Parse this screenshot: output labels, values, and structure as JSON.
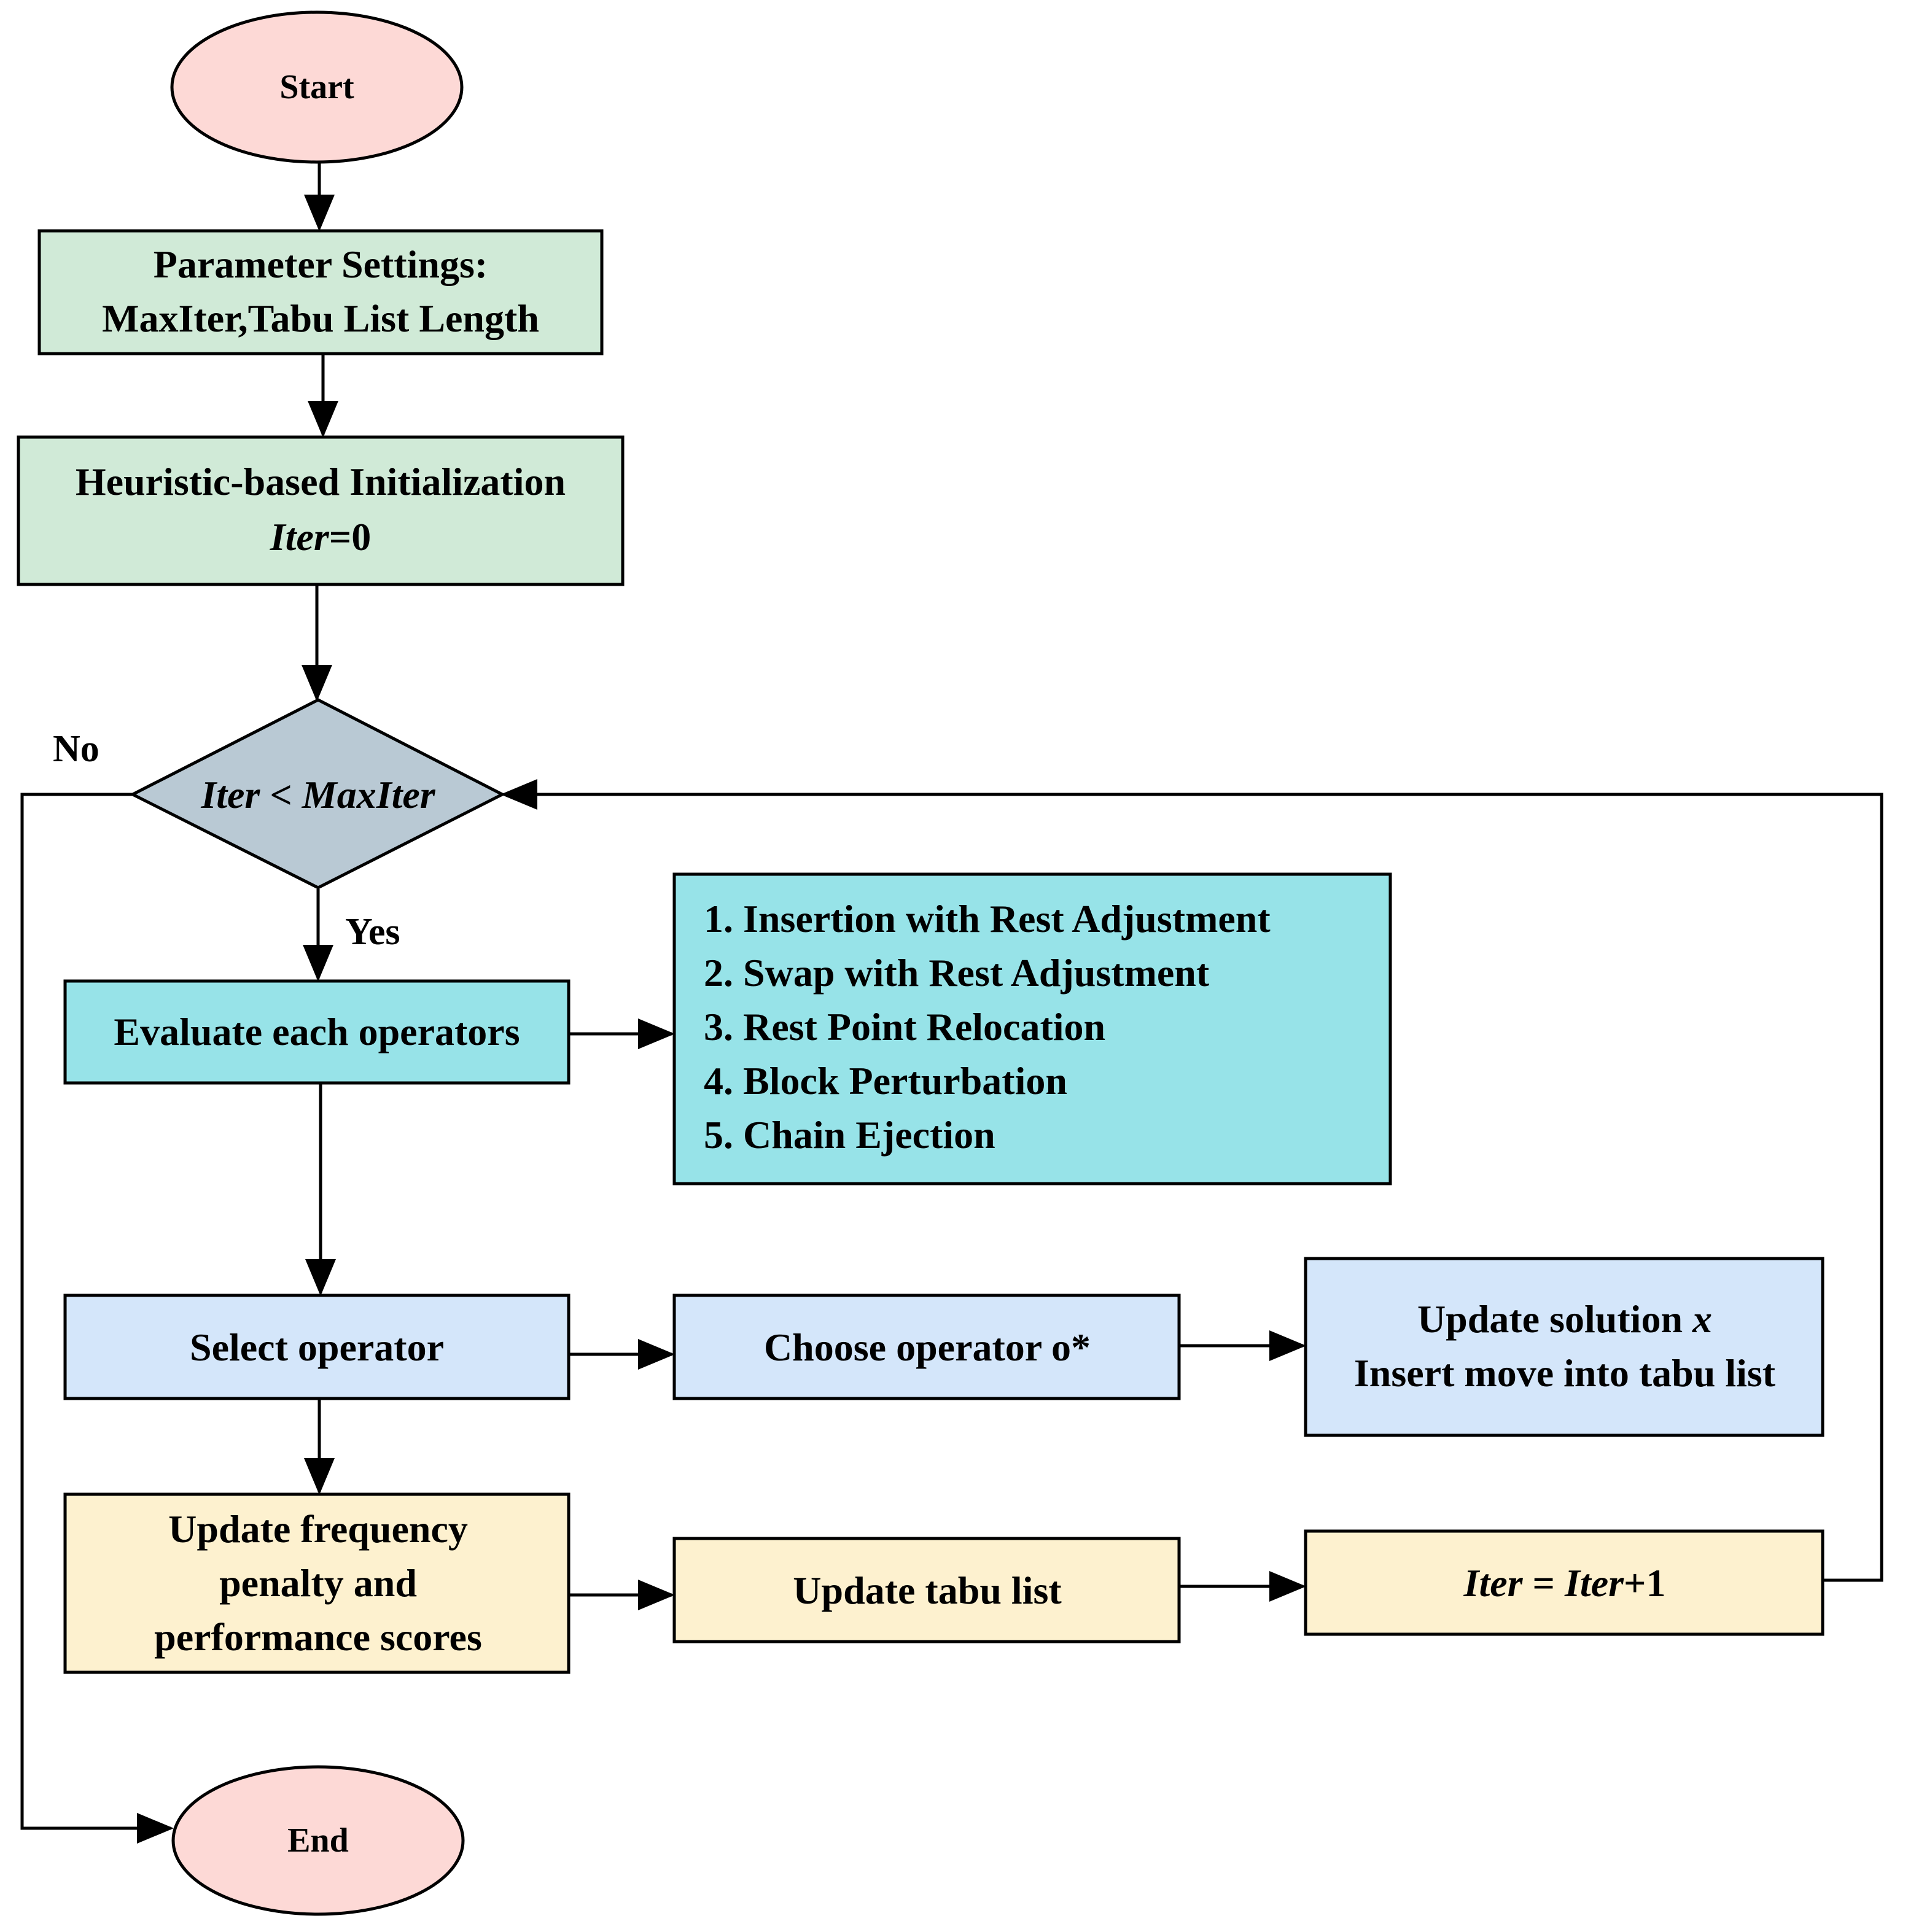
{
  "colors": {
    "terminal": "#fdd9d6",
    "setup": "#d0ead7",
    "decision": "#b9c9d4",
    "operators": "#97e3e8",
    "selection": "#d4e6fa",
    "update": "#fdf1cf",
    "line": "#000000"
  },
  "nodes": {
    "start": {
      "label": "Start"
    },
    "params": {
      "line1": "Parameter Settings:",
      "line2": "MaxIter,Tabu List Length"
    },
    "init": {
      "line1": "Heuristic-based Initialization",
      "line2_var": "Iter",
      "line2_rest": "=0"
    },
    "decision": {
      "var1": "Iter",
      "op": " < ",
      "var2": "MaxIter"
    },
    "evaluate": {
      "label": "Evaluate each operators"
    },
    "operators": {
      "items": [
        "1. Insertion with Rest Adjustment",
        "2. Swap with Rest Adjustment",
        "3. Rest Point Relocation",
        "4. Block Perturbation",
        "5. Chain Ejection"
      ]
    },
    "select": {
      "label": "Select operator"
    },
    "choose": {
      "label": "Choose operator o*"
    },
    "update_solution": {
      "line1_text": "Update solution ",
      "line1_var": "x",
      "line2": "Insert move into tabu list"
    },
    "update_freq": {
      "line1": "Update frequency",
      "line2": "penalty and",
      "line3": "performance scores"
    },
    "update_tabu": {
      "label": "Update tabu list"
    },
    "iter_inc": {
      "var1": "Iter",
      "op": " = ",
      "var2": "Iter",
      "rest": "+1"
    },
    "end": {
      "label": "End"
    }
  },
  "edge_labels": {
    "no": "No",
    "yes": "Yes"
  }
}
